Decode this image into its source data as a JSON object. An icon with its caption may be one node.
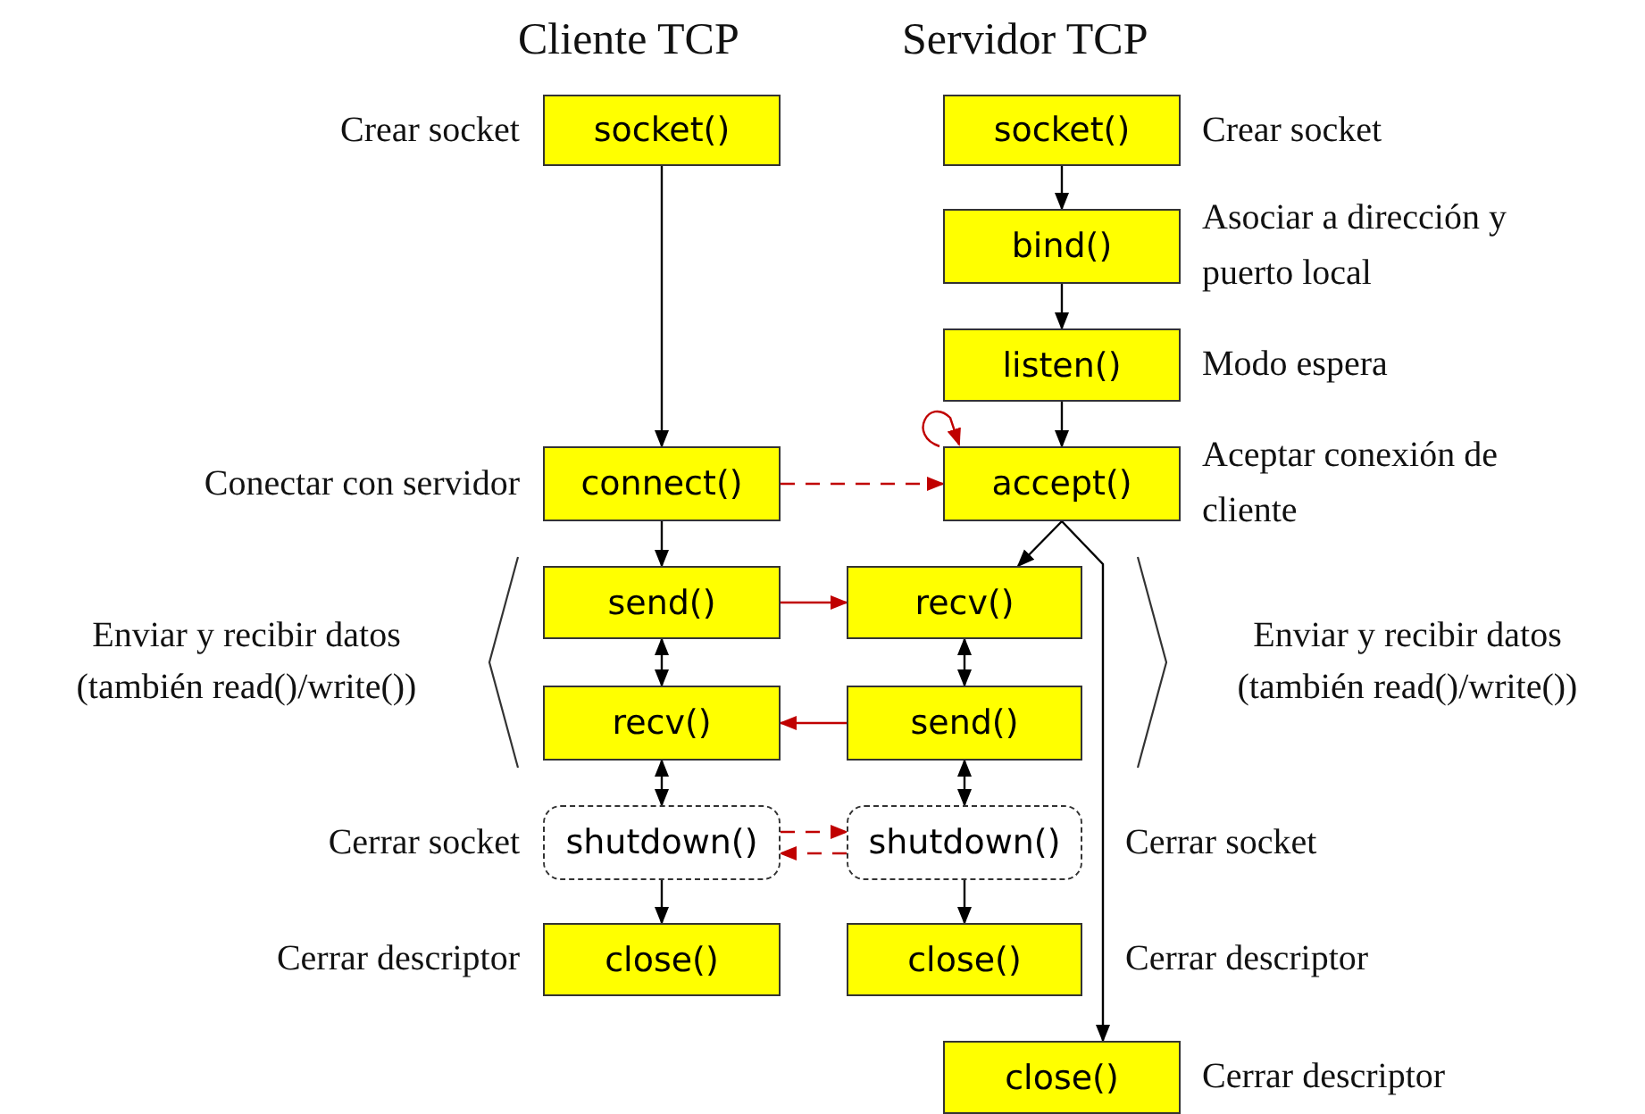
{
  "diagram": {
    "nodes": [
      {
        "text": [
          "socket()"
        ],
        "beside": [
          "Crear socket"
        ]
      },
      {
        "text": [
          "connect()"
        ],
        "beside": [
          "Conectar con servidor"
        ]
      },
      {
        "text": [
          "send()"
        ]
      },
      {
        "text": [
          "recv()"
        ]
      },
      {
        "text": [
          "shutdown()"
        ],
        "beside": [
          "Cerrar socket"
        ]
      },
      {
        "text": [
          "close()"
        ],
        "beside": [
          "Cerrar descriptor"
        ]
      },
      {
        "text": [
          "socket()"
        ],
        "beside": [
          "Crear socket"
        ]
      },
      {
        "text": [
          "bind()"
        ],
        "beside": [
          "Asociar a dirección y puerto local"
        ]
      },
      {
        "text": [
          "listen()"
        ],
        "beside": [
          "Modo espera"
        ]
      },
      {
        "text": [
          "accept()"
        ],
        "beside": [
          "Aceptar conexión de cliente"
        ]
      },
      {
        "text": [
          "recv()"
        ]
      },
      {
        "text": [
          "send()"
        ]
      },
      {
        "text": [
          "shutdown()"
        ],
        "beside": [
          "Cerrar socket"
        ]
      },
      {
        "text": [
          "close()"
        ],
        "beside": [
          "Cerrar descriptor"
        ]
      },
      {
        "text": [
          "close()"
        ],
        "beside": [
          "Cerrar descriptor"
        ]
      }
    ],
    "edges": [
      {
        "from": 0,
        "to": 1,
        "arrow": "to"
      },
      {
        "from": 1,
        "to": 2,
        "arrow": "to"
      },
      {
        "from": 2,
        "to": 3,
        "arrow": "both"
      },
      {
        "from": 3,
        "to": 4,
        "arrow": "both"
      },
      {
        "from": 4,
        "to": 5,
        "arrow": "to"
      },
      {
        "from": 6,
        "to": 7,
        "arrow": "to"
      },
      {
        "from": 7,
        "to": 8,
        "arrow": "to"
      },
      {
        "from": 8,
        "to": 9,
        "arrow": "to"
      },
      {
        "from": 9,
        "to": 9,
        "arrow": "to",
        "color": "#c00000"
      },
      {
        "from": 1,
        "to": 9,
        "arrow": "to",
        "style": "dashed",
        "color": "#c00000"
      },
      {
        "from": 9,
        "to": 10,
        "arrow": "to"
      },
      {
        "from": 9,
        "to": 14,
        "arrow": "to"
      },
      {
        "from": 2,
        "to": 10,
        "arrow": "to",
        "color": "#c00000"
      },
      {
        "from": 11,
        "to": 3,
        "arrow": "to",
        "color": "#c00000"
      },
      {
        "from": 10,
        "to": 11,
        "arrow": "both"
      },
      {
        "from": 11,
        "to": 12,
        "arrow": "both"
      },
      {
        "from": 12,
        "to": 13,
        "arrow": "to"
      },
      {
        "from": 4,
        "to": 12,
        "arrow": "to",
        "style": "dashed",
        "color": "#c00000"
      },
      {
        "from": 12,
        "to": 4,
        "arrow": "to",
        "style": "dashed",
        "color": "#c00000"
      }
    ],
    "labels": [
      "Cliente TCP",
      "Servidor TCP",
      "Enviar y recibir datos (también read()/write())",
      "Enviar y recibir datos (también read()/write())"
    ]
  }
}
